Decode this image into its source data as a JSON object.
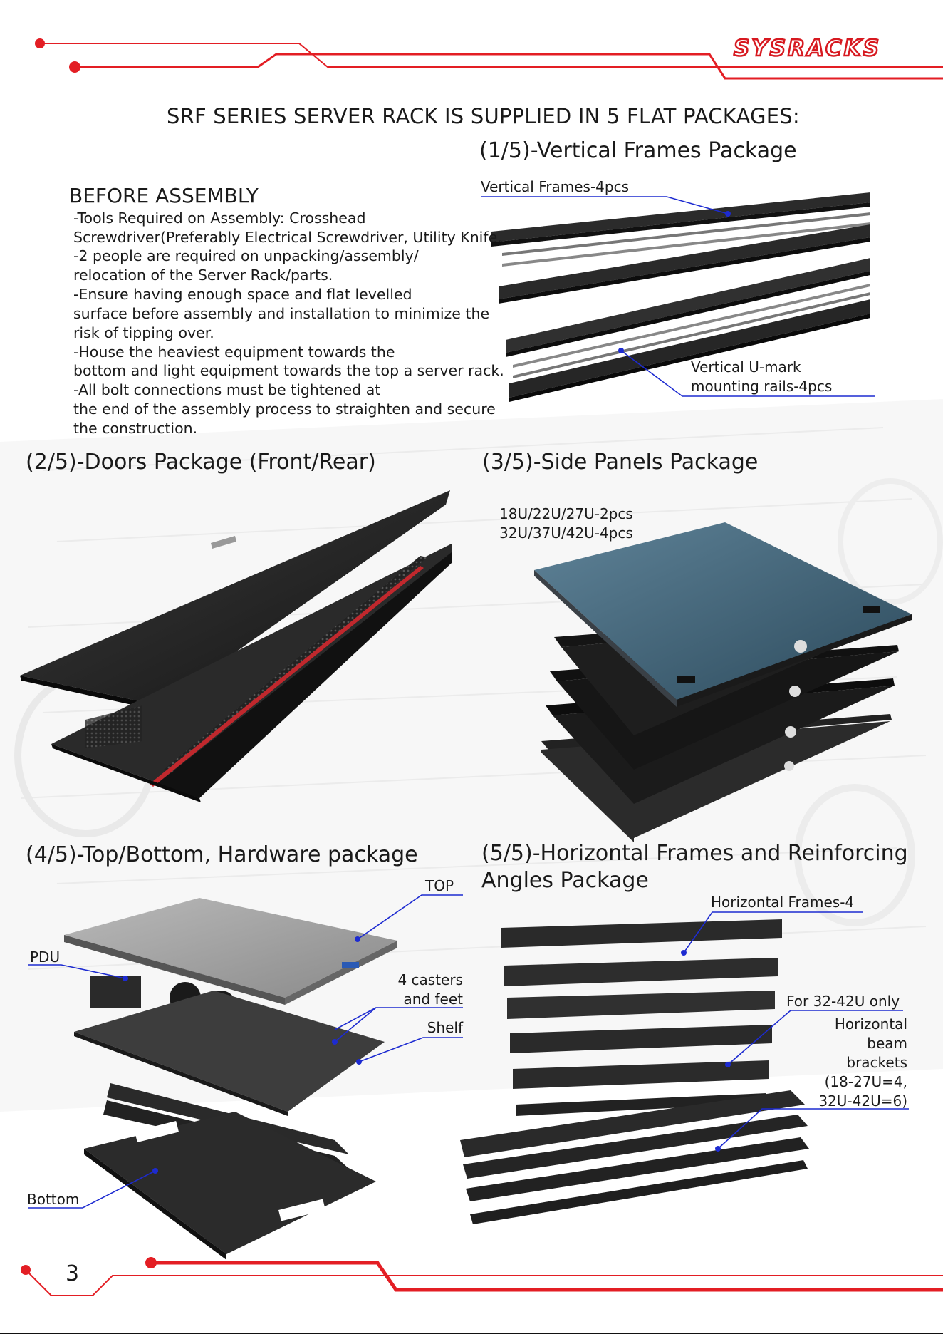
{
  "brand": {
    "logo": "SYSRACKS",
    "accent": "#e31e24",
    "line_blue": "#1d2bd1"
  },
  "title": "SRF SERIES SERVER RACK IS SUPPLIED IN 5 FLAT PACKAGES:",
  "before": {
    "heading": "BEFORE ASSEMBLY",
    "lines": [
      "-Tools Required on Assembly: Crosshead",
      "Screwdriver(Preferably Electrical Screwdriver, Utility Knife.",
      "-2 people are required on unpacking/assembly/",
      "relocation of the Server Rack/parts.",
      "-Ensure having enough space and flat levelled",
      "surface before assembly and  installation to minimize the",
      "risk of tipping over.",
      "-House the heaviest equipment towards the",
      "bottom and light equipment towards the top a server rack.",
      "-All bolt connections must be tightened at",
      "the end of the assembly process to straighten and secure",
      "the construction."
    ]
  },
  "pkg1": {
    "heading": "(1/5)-Vertical Frames Package",
    "label_frames": "Vertical Frames-4pcs",
    "label_rails_1": "Vertical U-mark",
    "label_rails_2": "mounting rails-4pcs"
  },
  "pkg2": {
    "heading": "(2/5)-Doors Package (Front/Rear)"
  },
  "pkg3": {
    "heading": "(3/5)-Side Panels Package",
    "label_1": "18U/22U/27U-2pcs",
    "label_2": "32U/37U/42U-4pcs"
  },
  "pkg4": {
    "heading": "(4/5)-Top/Bottom, Hardware package",
    "label_top": "TOP",
    "label_pdu": "PDU",
    "label_casters_1": "4 casters",
    "label_casters_2": "and feet",
    "label_shelf": "Shelf",
    "label_bottom": "Bottom"
  },
  "pkg5": {
    "heading_1": "(5/5)-Horizontal Frames and Reinforcing",
    "heading_2": "Angles Package",
    "label_frames": "Horizontal Frames-4",
    "label_only": "For 32-42U only",
    "label_brackets": [
      "Horizontal",
      "beam",
      "brackets",
      "(18-27U=4,",
      "32U-42U=6)"
    ]
  },
  "page_number": "3"
}
